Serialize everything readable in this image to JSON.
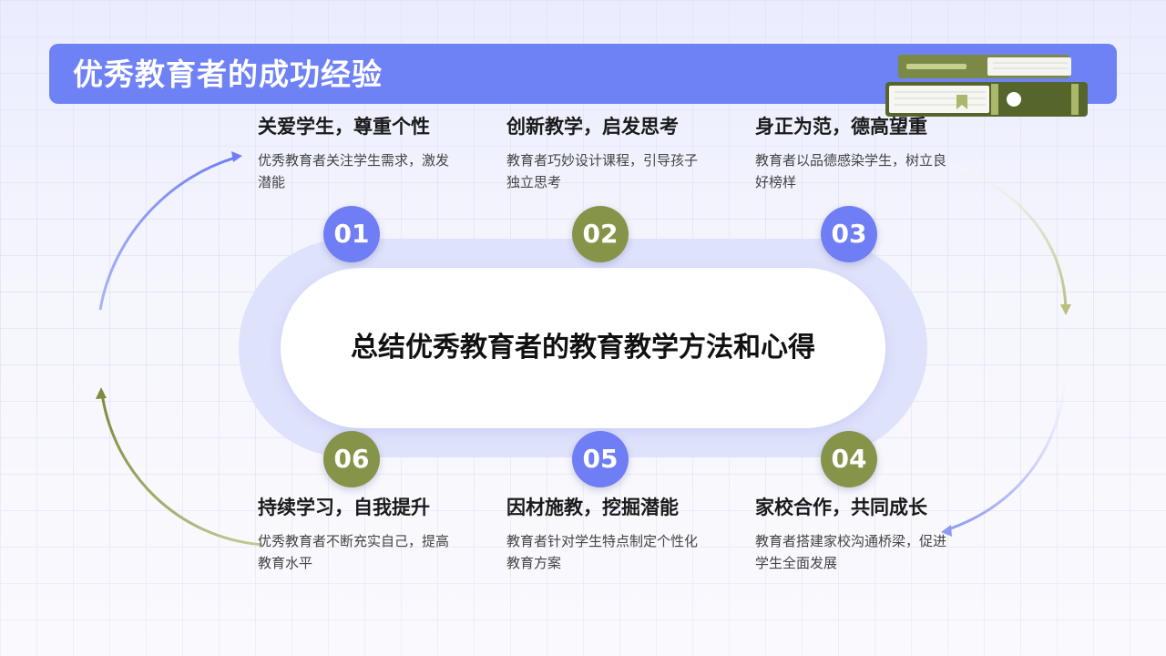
{
  "header": {
    "title": "优秀教育者的成功经验"
  },
  "center": {
    "text": "总结优秀教育者的教育教学方法和心得"
  },
  "items": [
    {
      "num": "01",
      "title": "关爱学生，尊重个性",
      "desc": "优秀教育者关注学生需求，激发潜能"
    },
    {
      "num": "02",
      "title": "创新教学，启发思考",
      "desc": "教育者巧妙设计课程，引导孩子独立思考"
    },
    {
      "num": "03",
      "title": "身正为范，德高望重",
      "desc": "教育者以品德感染学生，树立良好榜样"
    },
    {
      "num": "04",
      "title": "家校合作，共同成长",
      "desc": "教育者搭建家校沟通桥梁，促进学生全面发展"
    },
    {
      "num": "05",
      "title": "因材施教，挖掘潜能",
      "desc": "教育者针对学生特点制定个性化教育方案"
    },
    {
      "num": "06",
      "title": "持续学习，自我提升",
      "desc": "优秀教育者不断充实自己，提高教育水平"
    }
  ],
  "colors": {
    "blue": "#6f7ef4",
    "olive": "#86944a",
    "title_bar": "#6f82f5"
  },
  "icons": {
    "header_decoration": "books-icon"
  }
}
